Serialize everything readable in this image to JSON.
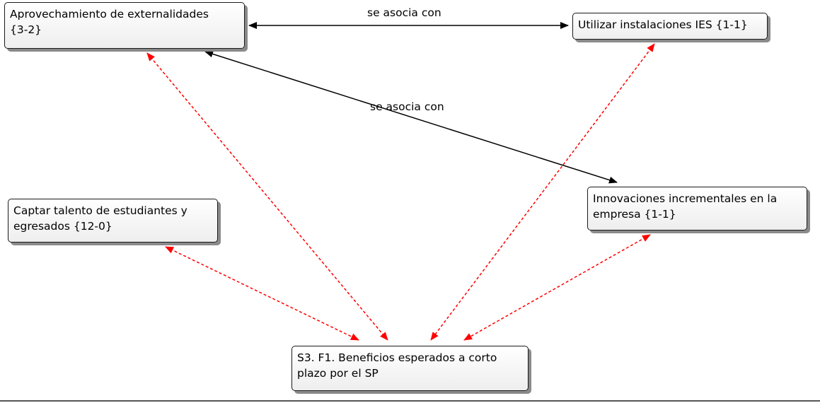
{
  "nodes": {
    "aprovechamiento": "Aprovechamiento de externalidades\n{3-2}",
    "utilizar": "Utilizar instalaciones IES {1-1}",
    "captar": "Captar talento de estudiantes y\negresados {12-0}",
    "innovaciones": "Innovaciones incrementales en la\nempresa {1-1}",
    "beneficios": "S3. F1. Beneficios esperados a corto\nplazo por el SP"
  },
  "edges": {
    "label_top": "se asocia con",
    "label_diagonal": "se asocia con"
  },
  "colors": {
    "association_line": "#000000",
    "dashed_line": "#ff0000",
    "node_border": "#1a1a1a",
    "node_shadow": "#8a8a8a"
  }
}
